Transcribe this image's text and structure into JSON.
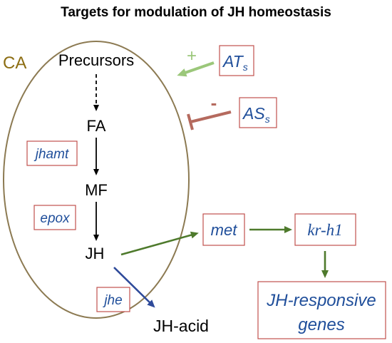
{
  "title": "Targets for modulation of JH homeostasis",
  "region_label": "CA",
  "pathway": {
    "precursors": "Precursors",
    "fa": "FA",
    "mf": "MF",
    "jh": "JH",
    "jh_acid": "JH-acid"
  },
  "enzymes": {
    "jhamt": "jhamt",
    "epox": "epox",
    "jhe": "jhe"
  },
  "regulators": {
    "ats_main": "AT",
    "ats_sub": "s",
    "ats_sign": "+",
    "ass_main": "AS",
    "ass_sub": "s",
    "ass_sign": "-"
  },
  "signaling": {
    "met": "met",
    "krh1": "kr-h1",
    "responsive_line1": "JH-responsive",
    "responsive_line2": "genes"
  },
  "colors": {
    "ellipse": "#8c7a52",
    "region_label": "#8c6d12",
    "box_border": "#c0504d",
    "enzyme_text": "#1f4e9a",
    "green_arrow": "#4e7a2c",
    "light_green_arrow": "#9bc77a",
    "red_inhibit": "#b56a5e",
    "blue_arrow": "#2e4a9a"
  }
}
